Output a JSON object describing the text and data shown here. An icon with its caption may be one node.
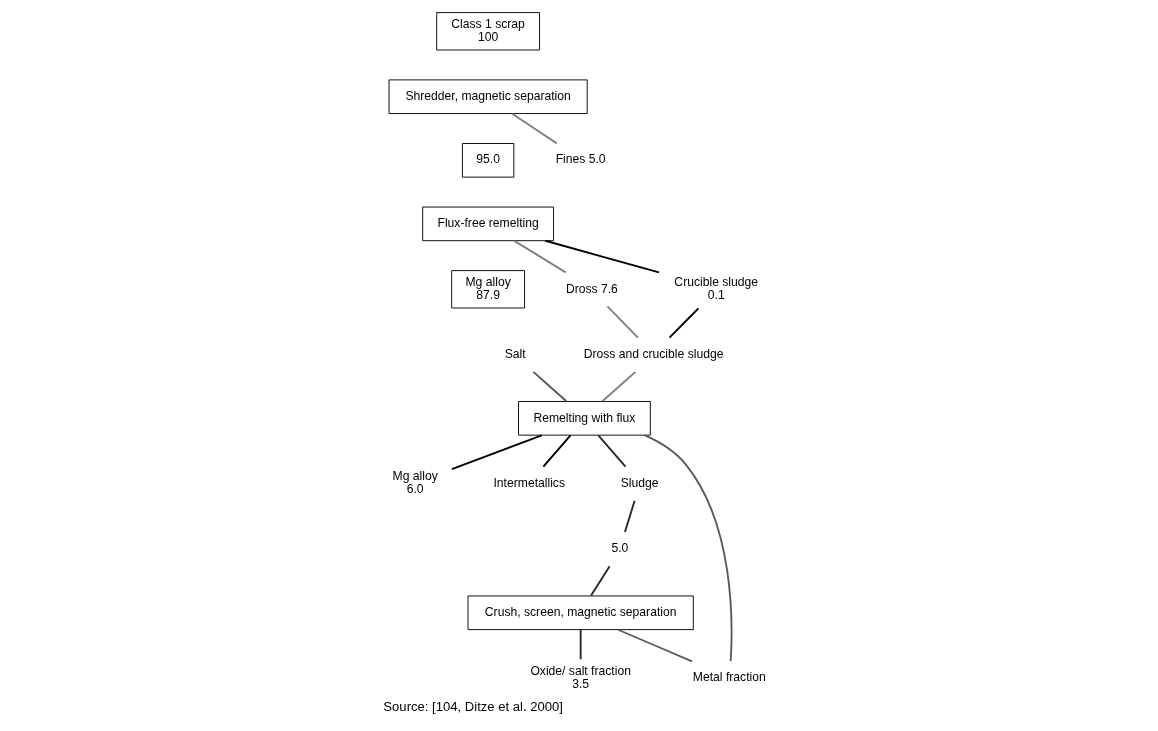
{
  "diagram": {
    "caption": "Source: [104, Ditze et al. 2000]",
    "nodes": [
      {
        "text": [
          "Dross and crucible sludge"
        ]
      },
      {
        "text": [
          "Class 1 scrap",
          "100"
        ]
      },
      {
        "text": [
          "Shredder, magnetic separation"
        ]
      },
      {
        "text": [
          "95.0"
        ]
      },
      {
        "text": [
          "Flux-free remelting"
        ]
      },
      {
        "text": [
          "Mg alloy",
          "87.9"
        ]
      },
      {
        "text": [
          "Fines 5.0"
        ]
      },
      {
        "text": [
          "Dross 7.6"
        ]
      },
      {
        "text": [
          "Crucible sludge",
          "0.1"
        ]
      },
      {
        "text": [
          "Remelting with flux"
        ]
      },
      {
        "text": [
          "Salt"
        ]
      },
      {
        "text": [
          "Mg alloy",
          "6.0"
        ]
      },
      {
        "text": [
          "Intermetallics"
        ]
      },
      {
        "text": [
          "Sludge"
        ]
      },
      {
        "text": [
          "Crush, screen, magnetic separation"
        ]
      },
      {
        "text": [
          "5.0"
        ]
      },
      {
        "text": [
          "Metal fraction"
        ]
      },
      {
        "text": [
          "Oxide/ salt fraction",
          "3.5"
        ]
      }
    ],
    "edges": [
      {
        "from": 2,
        "to": 6,
        "arrow": "none",
        "color": "#7f7f7f"
      },
      {
        "from": 4,
        "to": 7,
        "arrow": "none",
        "color": "#7f7f7f"
      },
      {
        "from": 4,
        "to": 8,
        "arrow": "none",
        "color": "#000000"
      },
      {
        "from": 7,
        "to": 0,
        "arrow": "none",
        "color": "#7f7f7f"
      },
      {
        "from": 8,
        "to": 0,
        "arrow": "none",
        "color": "#000000"
      },
      {
        "from": 0,
        "to": 9,
        "arrow": "none",
        "color": "#7f7f7f"
      },
      {
        "from": 10,
        "to": 9,
        "arrow": "none",
        "color": "#595959"
      },
      {
        "from": 9,
        "to": 11,
        "arrow": "none",
        "color": "#000000"
      },
      {
        "from": 9,
        "to": 12,
        "arrow": "none",
        "color": "#000000"
      },
      {
        "from": 9,
        "to": 13,
        "arrow": "none",
        "color": "#262626"
      },
      {
        "from": 13,
        "to": 15,
        "arrow": "none",
        "color": "#262626"
      },
      {
        "from": 15,
        "to": 14,
        "arrow": "none",
        "color": "#262626"
      },
      {
        "from": 14,
        "to": 16,
        "arrow": "none",
        "color": "#595959"
      },
      {
        "from": 14,
        "to": 17,
        "arrow": "none",
        "color": "#262626"
      },
      {
        "from": 16,
        "to": 9,
        "arrow": "none",
        "color": "#595959"
      }
    ]
  }
}
